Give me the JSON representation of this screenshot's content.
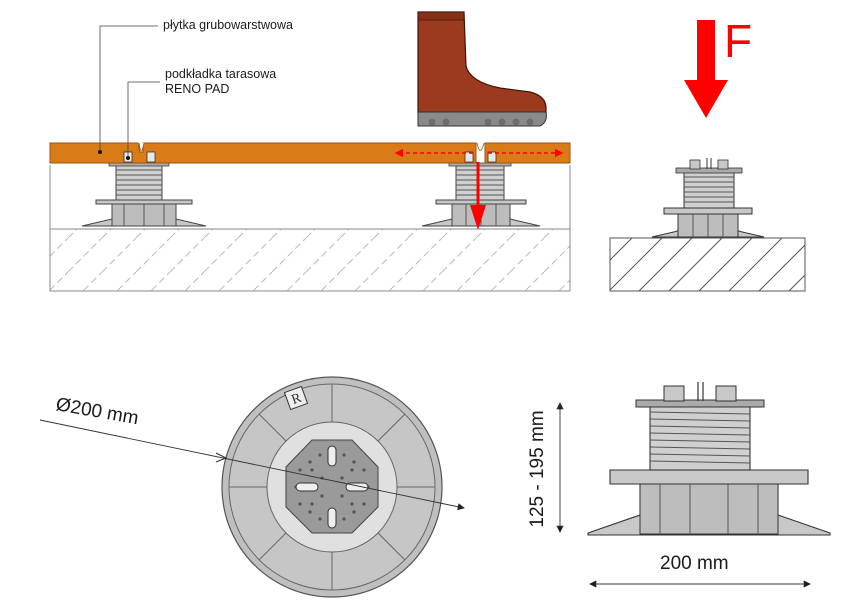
{
  "labels": {
    "tile": "płytka grubowarstwowa",
    "pad_line1": "podkładka tarasowa",
    "pad_line2": "RENO PAD",
    "force": "F",
    "diameter": "Ø200 mm",
    "height_range": "125 - 195 mm",
    "width": "200 mm"
  },
  "colors": {
    "tile": "#d97c17",
    "tile_edge": "#9a5410",
    "boot": "#9b3a1e",
    "boot_sole": "#8a8a8a",
    "arrow": "#ff0000",
    "pedestal": "#c8c8c8",
    "pedestal_dark": "#7a7a7a",
    "outline": "#333333"
  },
  "icons": {
    "boot": "boot-icon",
    "force_arrow": "down-arrow-icon",
    "logo": "reno-logo-icon"
  }
}
